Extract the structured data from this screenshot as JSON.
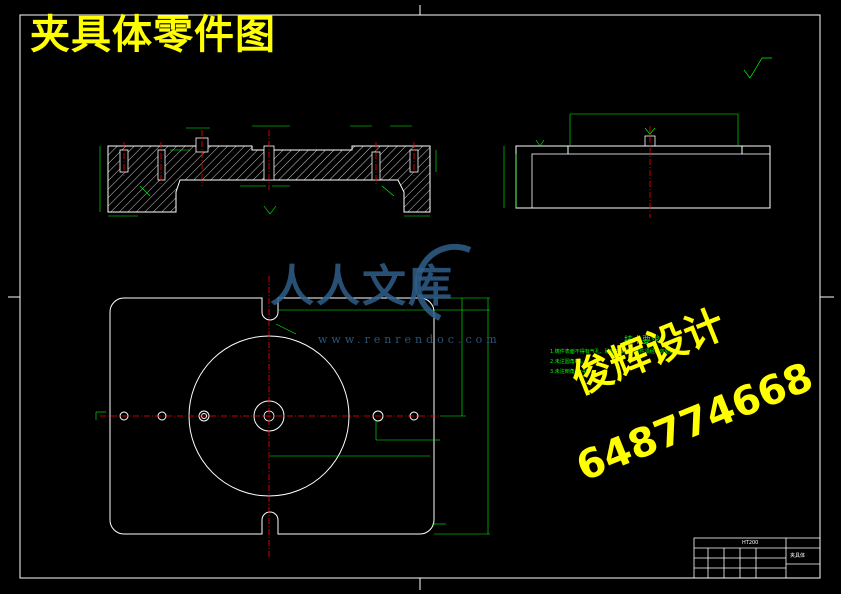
{
  "title": "夹具体零件图",
  "watermark": {
    "designer": "俊辉设计",
    "phone": "648774668",
    "logo": "人人文库",
    "url": "www.renrendoc.com"
  },
  "tech_requirements": {
    "title": "技术要求",
    "items": [
      "1.铸件表面不得有气孔、砂眼等缺陷，铸件须经时效处理。",
      "2.未注圆角R3。",
      "3.未注倒角1×45°。"
    ]
  },
  "title_block": {
    "part_name": "夹具体",
    "material": "HT200"
  },
  "colors": {
    "background": "#000000",
    "outline": "#ffffff",
    "dimension": "#00ff00",
    "centerline": "#ff0000",
    "title": "#ffff00",
    "logo": "#2f5f8a"
  }
}
